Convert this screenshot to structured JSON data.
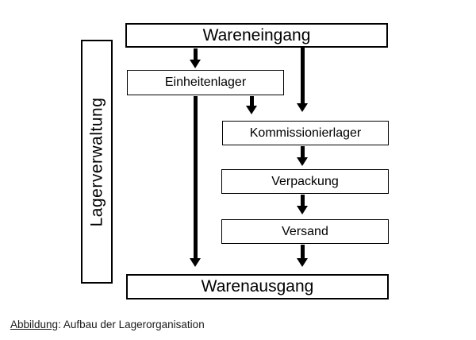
{
  "diagram": {
    "title_term": "Abbildung",
    "nodes": {
      "wareneingang": {
        "label": "Wareneingang"
      },
      "einheitenlager": {
        "label": "Einheitenlager"
      },
      "kommissionierlager": {
        "label": "Kommissionierlager"
      },
      "verpackung": {
        "label": "Verpackung"
      },
      "versand": {
        "label": "Versand"
      },
      "warenausgang": {
        "label": "Warenausgang"
      },
      "lagerverwaltung": {
        "label": "Lagerverwaltung"
      }
    },
    "edges": [
      {
        "from": "Wareneingang",
        "to": "Einheitenlager"
      },
      {
        "from": "Wareneingang",
        "to": "Kommissionierlager"
      },
      {
        "from": "Einheitenlager",
        "to": "Kommissionierlager"
      },
      {
        "from": "Einheitenlager",
        "to": "Warenausgang"
      },
      {
        "from": "Kommissionierlager",
        "to": "Verpackung"
      },
      {
        "from": "Verpackung",
        "to": "Versand"
      },
      {
        "from": "Versand",
        "to": "Warenausgang"
      }
    ],
    "colors": {
      "box_border": "#000000",
      "arrow": "#000000",
      "text": "#000000",
      "background": "#ffffff"
    }
  },
  "caption": {
    "term": "Abbildung",
    "rest": ": Aufbau der Lagerorganisation"
  }
}
